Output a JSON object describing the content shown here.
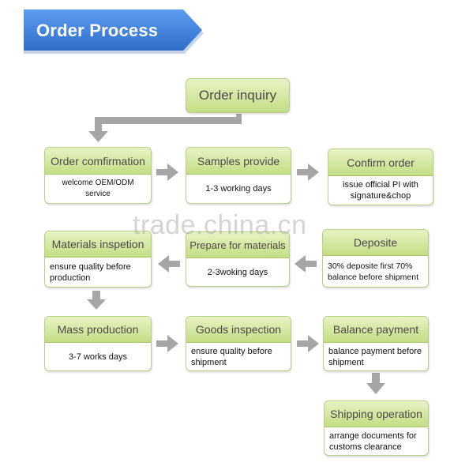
{
  "banner": {
    "title": "Order Process"
  },
  "watermark": "trade.china.cn",
  "colors": {
    "banner": "#3d80dd",
    "node_head": "#cfe39a",
    "arrow": "#a6a6a6"
  },
  "nodes": {
    "order_inquiry": {
      "title": "Order inquiry"
    },
    "order_confirmation": {
      "title": "Order comfirmation",
      "desc": "welcome OEM/ODM service"
    },
    "samples_provide": {
      "title": "Samples provide",
      "desc": "1-3 working days"
    },
    "confirm_order": {
      "title": "Confirm order",
      "desc": "issue official PI with signature&chop"
    },
    "deposite": {
      "title": "Deposite",
      "desc": "30% deposite first 70% balance before shipment"
    },
    "prepare_materials": {
      "title": "Prepare for materials",
      "desc": "2-3woking days"
    },
    "materials_inspection": {
      "title": "Materials inspetion",
      "desc": "ensure quality before production"
    },
    "mass_production": {
      "title": "Mass production",
      "desc": "3-7 works days"
    },
    "goods_inspection": {
      "title": "Goods inspection",
      "desc": "ensure quality before shipment"
    },
    "balance_payment": {
      "title": "Balance payment",
      "desc": "balance payment before shipment"
    },
    "shipping_operation": {
      "title": "Shipping operation",
      "desc": "arrange documents for customs clearance"
    }
  }
}
